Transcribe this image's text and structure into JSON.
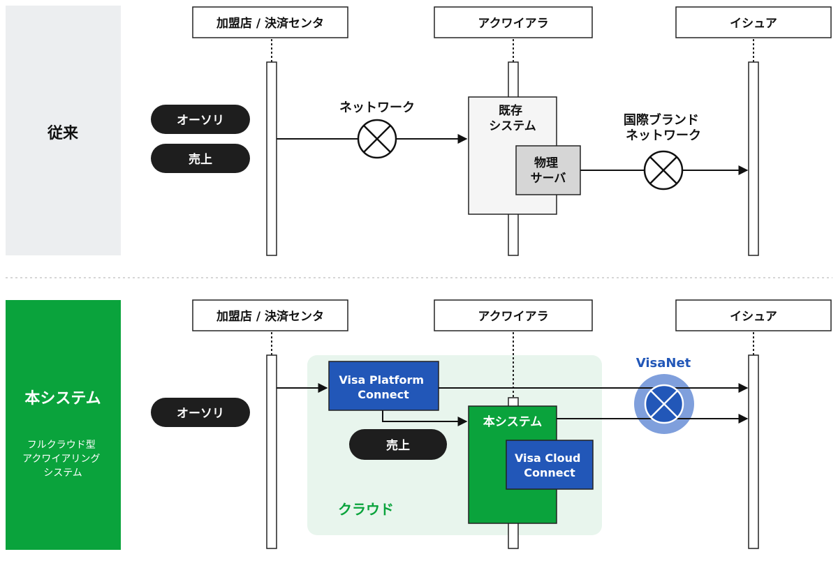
{
  "colors": {
    "side_panel_gray": "#eceef0",
    "brand_green": "#0aa33c",
    "cloud_green": "#e8f5ed",
    "visa_blue": "#2257b8",
    "visanet_ring": "#7f9fdc",
    "pill_black": "#1e1e1e"
  },
  "conventional": {
    "row_label": "従来",
    "lanes": {
      "merchant": "加盟店 / 決済センタ",
      "acquirer": "アクワイアラ",
      "issuer": "イシュア"
    },
    "pills": {
      "auth": "オーソリ",
      "sales": "売上"
    },
    "network_label": "ネットワーク",
    "existing_system": [
      "既存",
      "システム"
    ],
    "physical_server": [
      "物理",
      "サーバ"
    ],
    "brand_network": [
      "国際ブランド",
      "ネットワーク"
    ]
  },
  "new_system": {
    "row_label": "本システム",
    "row_sublabel": [
      "フルクラウド型",
      "アクワイアリング",
      "システム"
    ],
    "lanes": {
      "merchant": "加盟店 / 決済センタ",
      "acquirer": "アクワイアラ",
      "issuer": "イシュア"
    },
    "pills": {
      "auth": "オーソリ",
      "sales": "売上"
    },
    "visa_platform": [
      "Visa Platform",
      "Connect"
    ],
    "system_box": "本システム",
    "visa_cloud": [
      "Visa Cloud",
      "Connect"
    ],
    "cloud_label": "クラウド",
    "visanet_label": "VisaNet"
  },
  "icons": [
    "network-switch-icon",
    "brand-network-switch-icon",
    "visanet-switch-icon"
  ]
}
